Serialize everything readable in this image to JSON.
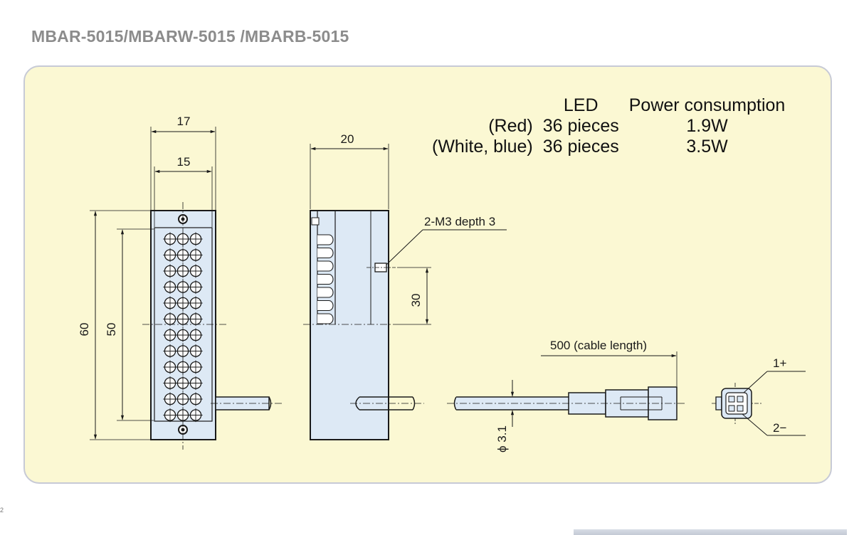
{
  "page_title": "MBAR-5015/MBARW-5015 /MBARB-5015",
  "specs": {
    "header_led": "LED",
    "header_power": "Power consumption",
    "rows": [
      {
        "label": "(Red)",
        "led": "36 pieces",
        "power": "1.9W"
      },
      {
        "label": "(White, blue)",
        "led": "36 pieces",
        "power": "3.5W"
      }
    ]
  },
  "dimensions": {
    "width_outer": "17",
    "width_inner": "15",
    "depth": "20",
    "height_outer": "60",
    "height_inner": "50",
    "screw_height": "30",
    "screw_spec": "2-M3 depth 3",
    "cable_length": "500 (cable length)",
    "cable_diameter": "ϕ 3.1",
    "pin_1": "1+",
    "pin_2": "2−"
  },
  "led_grid": {
    "rows": 12,
    "cols": 3
  },
  "colors": {
    "panel_bg": "#fbf8d3",
    "part_fill": "#dde9f5",
    "line": "#1a1a1a",
    "title_gray": "#8c8c8c"
  },
  "side_label": "2"
}
